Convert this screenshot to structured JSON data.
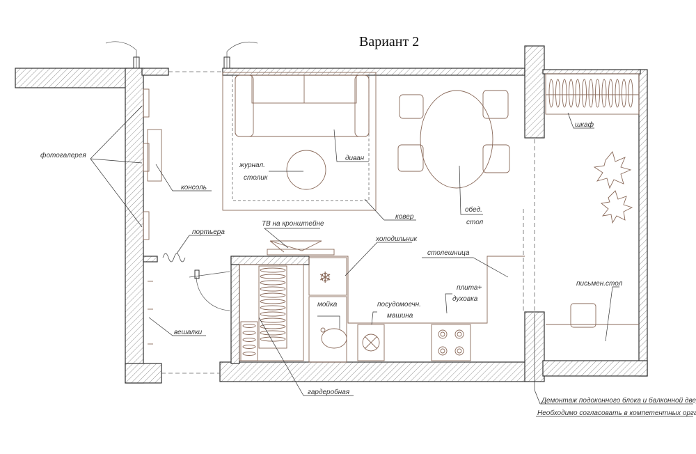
{
  "title": "Вариант 2",
  "labels": {
    "photo_gallery": "фотогалерея",
    "console": "консоль",
    "portiere": "портьера",
    "hangers": "вешалки",
    "wardrobe_room": "гардеробная",
    "tv": "ТВ на кронштейне",
    "coffee_table_line1": "журнал.",
    "coffee_table_line2": "столик",
    "sofa": "диван",
    "carpet": "ковер",
    "dining_table_line1": "обед.",
    "dining_table_line2": "стол",
    "fridge": "холодильник",
    "countertop": "столешница",
    "sink": "мойка",
    "dishwasher_line1": "посудомоечн.",
    "dishwasher_line2": "машина",
    "stove_line1": "плита+",
    "stove_line2": "духовка",
    "wardrobe": "шкаф",
    "desk": "письмен.стол",
    "note_line1": "Демонтаж подоконного блока и балконной двери.",
    "note_line2": "Необходимо согласовать в компетентных органах."
  },
  "colors": {
    "line": "#333333",
    "furniture": "#8a6a5a",
    "background": "#ffffff"
  }
}
